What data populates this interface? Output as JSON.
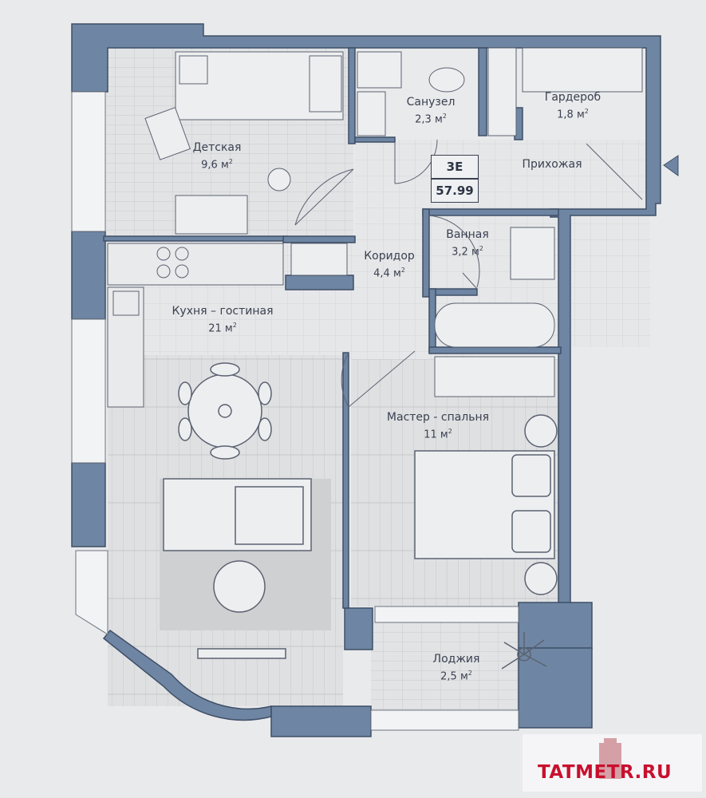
{
  "plan": {
    "code": "3E",
    "total_area": "57.99",
    "rooms": [
      {
        "id": "kids",
        "name": "Детская",
        "area": "9,6 м"
      },
      {
        "id": "wc",
        "name": "Санузел",
        "area": "2,3 м"
      },
      {
        "id": "wardrobe",
        "name": "Гардероб",
        "area": "1,8 м"
      },
      {
        "id": "hall",
        "name": "Прихожая",
        "area": ""
      },
      {
        "id": "bath",
        "name": "Ванная",
        "area": "3,2 м"
      },
      {
        "id": "corridor",
        "name": "Коридор",
        "area": "4,4 м"
      },
      {
        "id": "kitchen",
        "name": "Кухня – гостиная",
        "area": "21 м"
      },
      {
        "id": "master",
        "name": "Мастер - спальня",
        "area": "11 м"
      },
      {
        "id": "loggia",
        "name": "Лоджия",
        "area": "2,5 м"
      }
    ],
    "area_unit_sup": "2"
  },
  "watermark": {
    "text": "TATMETR.RU",
    "brand_color": "#c8102e"
  },
  "colors": {
    "wall": "#6e86a3",
    "wall_stroke": "#3f4f66",
    "floor": "#e3e4e6",
    "rug": "#cfd0d2",
    "line": "#5b6270"
  }
}
